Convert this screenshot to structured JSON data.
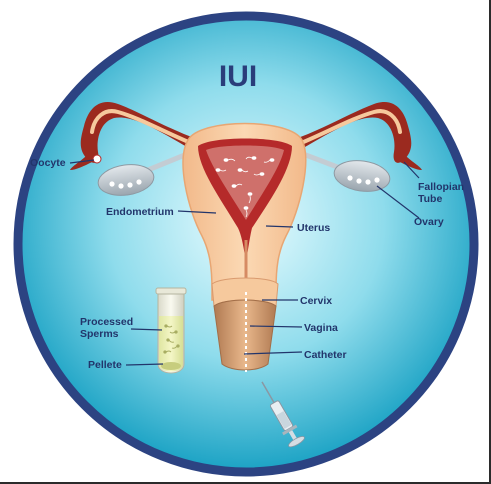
{
  "title": "IUI",
  "labels": {
    "oocyte": "Oocyte",
    "endometrium": "Endometrium",
    "processed_sperms_line1": "Processed",
    "processed_sperms_line2": "Sperms",
    "pellete": "Pellete",
    "fallopian_tube_line1": "Fallopian",
    "fallopian_tube_line2": "Tube",
    "ovary": "Ovary",
    "uterus": "Uterus",
    "cervix": "Cervix",
    "vagina": "Vagina",
    "catheter": "Catheter"
  },
  "colors": {
    "ring": "#2c4382",
    "bg_center": "#e9fbff",
    "bg_edge": "#1ea6c6",
    "uterus_fill": "#f6c99d",
    "endometrium_fill": "#b52a2a",
    "tube_fill": "#9b2a1f",
    "ovary_fill": "#c3ccd3",
    "label_text": "#22356b"
  }
}
